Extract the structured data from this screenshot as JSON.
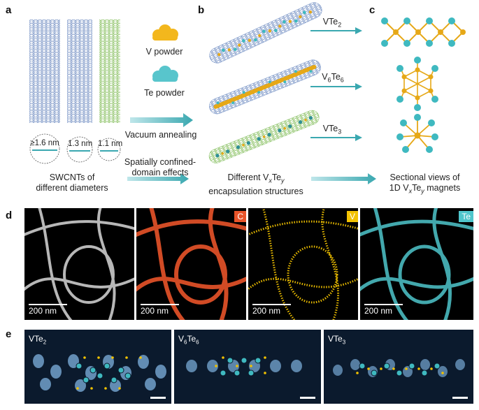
{
  "panels": {
    "a": "a",
    "b": "b",
    "c": "c",
    "d": "d",
    "e": "e"
  },
  "a": {
    "diam1": "≥1.6 nm",
    "diam2": "1.3 nm",
    "diam3": "1.1 nm",
    "caption_line1": "SWCNTs of",
    "caption_line2": "different diameters"
  },
  "powders": {
    "v": "V powder",
    "te": "Te powder",
    "annealing": "Vacuum annealing",
    "confined_line1": "Spatially confined-",
    "confined_line2": "domain effects"
  },
  "b": {
    "caption_line1": "Different V",
    "caption_sub1": "x",
    "caption_mid": "Te",
    "caption_sub2": "y",
    "caption_line2": "encapsulation structures"
  },
  "arrows": {
    "vte2_base": "VTe",
    "vte2_sub": "2",
    "v6te6_a": "V",
    "v6te6_s1": "6",
    "v6te6_b": "Te",
    "v6te6_s2": "6",
    "vte3_base": "VTe",
    "vte3_sub": "3"
  },
  "c": {
    "caption_line1": "Sectional views of",
    "caption_line2a": "1D V",
    "caption_sub1": "x",
    "caption_mid": "Te",
    "caption_sub2": "y",
    "caption_line2b": " magnets"
  },
  "d": {
    "scale": "200 nm",
    "tag_c": "C",
    "tag_v": "V",
    "tag_te": "Te",
    "color_c": "#e8542a",
    "color_v": "#f2c200",
    "color_te": "#4fc6cc"
  },
  "e": {
    "l1_base": "VTe",
    "l1_sub": "2",
    "l2_a": "V",
    "l2_s1": "6",
    "l2_b": "Te",
    "l2_s2": "6",
    "l3_base": "VTe",
    "l3_sub": "3"
  },
  "colors": {
    "arrow": "#3aa8b0",
    "v_atom": "#e6a817",
    "te_atom": "#3fb9c0"
  }
}
